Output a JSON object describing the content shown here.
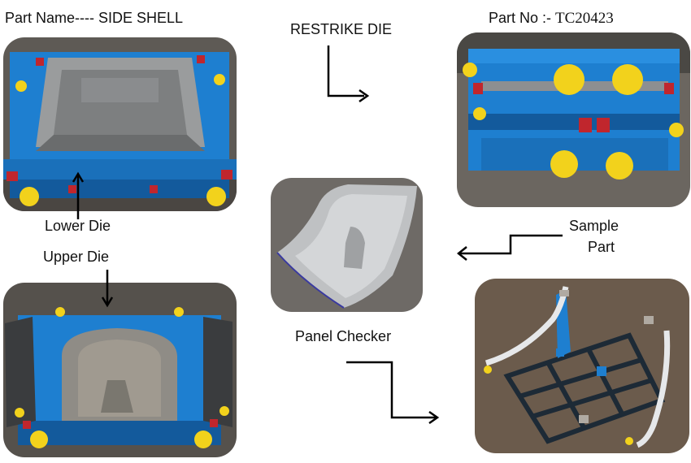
{
  "labels": {
    "part_name": "Part Name---- SIDE SHELL",
    "restrike_die": "RESTRIKE DIE",
    "part_no_prefix": "Part No :- ",
    "part_no_value": "TC20423",
    "lower_die": "Lower Die",
    "upper_die": "Upper Die",
    "sample_line1": "Sample",
    "sample_line2": "Part",
    "panel_checker": "Panel Checker"
  },
  "colors": {
    "die_blue": "#1e7fd0",
    "die_blue_dark": "#135a9c",
    "steel": "#8d8f91",
    "yellow": "#f2d21c",
    "red": "#c0262d",
    "floor": "#6b6660"
  }
}
